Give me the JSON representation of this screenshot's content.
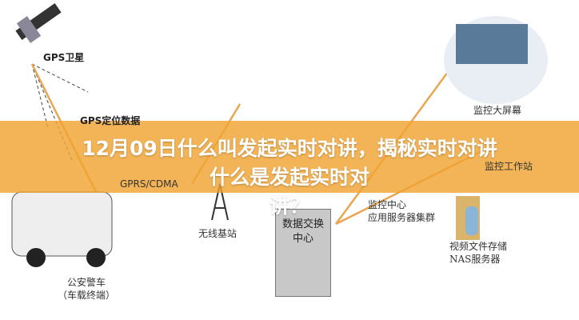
{
  "title": {
    "line1": "12月09日什么叫发起实时对讲，揭秘实时对讲",
    "line2": "什么是发起实时对讲？"
  },
  "diagram": {
    "gps_satellite": "GPS卫星",
    "gps_data": "GPS定位数据",
    "gprs": "GPRS/CDMA",
    "base_station": "无线基站",
    "exchange": {
      "line1": "数据交换",
      "line2": "中心"
    },
    "monitor_center": {
      "line1": "监控中心",
      "line2": "应用服务器集群"
    },
    "storage": {
      "line1": "视频文件存储",
      "line2": "NAS服务器"
    },
    "big_screen": "监控大屏幕",
    "workstation": "监控工作站",
    "police_car": {
      "line1": "公安警车",
      "line2": "（车载终端）"
    }
  },
  "colors": {
    "banner": "#f0a432",
    "arrow": "#e8a650"
  }
}
